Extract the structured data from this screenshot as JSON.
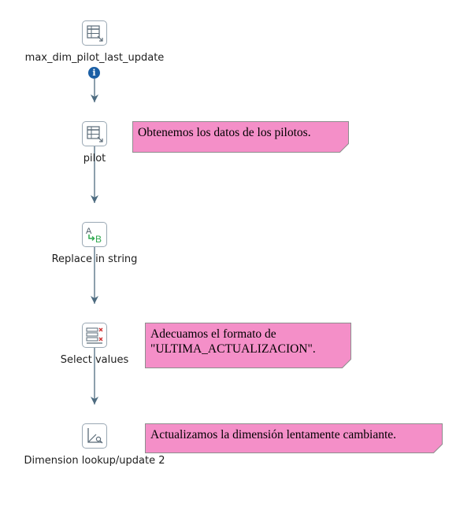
{
  "steps": [
    {
      "label": "max_dim_pilot_last_update",
      "icon": "table-input-icon"
    },
    {
      "label": "pilot",
      "icon": "table-input-icon"
    },
    {
      "label": "Replace in string",
      "icon": "replace-in-string-icon"
    },
    {
      "label": "Select values",
      "icon": "select-values-icon"
    },
    {
      "label": "Dimension lookup/update 2",
      "icon": "dimension-lookup-icon"
    }
  ],
  "info_badge": {
    "glyph": "i"
  },
  "notes": [
    {
      "text": "Obtenemos los datos de los pilotos."
    },
    {
      "text": "Adecuamos el formato de \"ULTIMA_ACTUALIZACION\"."
    },
    {
      "text": "Actualizamos la dimensión lentamente cambiante."
    }
  ],
  "colors": {
    "hop": "#4d6b80",
    "note_bg": "#f48fc8",
    "icon_border": "#9aa8b4",
    "info": "#1b5fa5"
  }
}
